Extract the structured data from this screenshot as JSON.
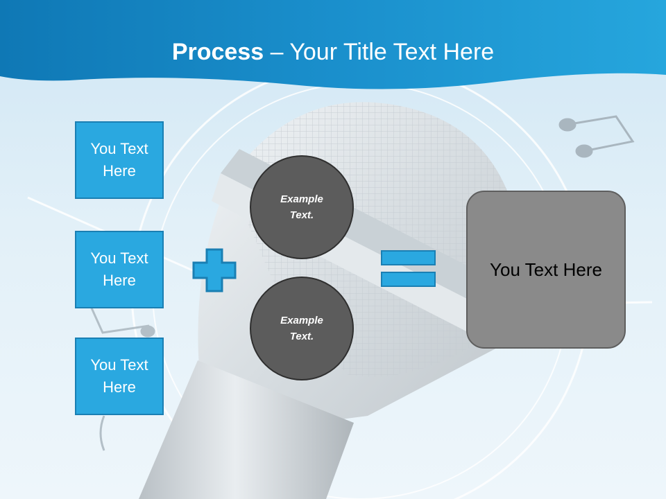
{
  "title": {
    "bold": "Process",
    "dash": " – ",
    "rest": "Your Title Text Here"
  },
  "inputs": [
    "You Text Here",
    "You Text Here",
    "You Text Here"
  ],
  "circles": [
    "Example Text.",
    "Example Text."
  ],
  "result": "You Text Here",
  "colors": {
    "header": "#1a8fcc",
    "accent": "#2aa8e0",
    "accent_dark": "#1a7fb3",
    "circle": "#5c5c5c",
    "result": "#8a8a8a"
  }
}
